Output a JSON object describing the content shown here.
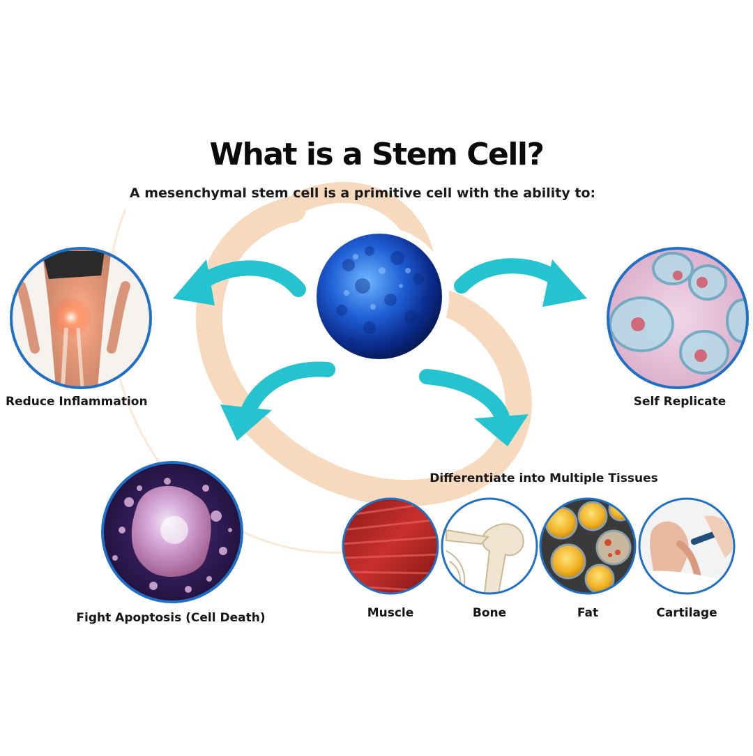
{
  "title": "What is a Stem Cell?",
  "subtitle": "A mesenchymal stem cell is a primitive cell with the ability to:",
  "abilities": {
    "inflammation": "Reduce Inflammation",
    "replicate": "Self Replicate",
    "apoptosis": "Fight Apoptosis (Cell Death)",
    "differentiate": "Differentiate into Multiple Tissues"
  },
  "tissues": [
    "Muscle",
    "Bone",
    "Fat",
    "Cartilage"
  ],
  "colors": {
    "arrow": "#25c3cf",
    "ring_border": "#1f6fc4",
    "swirl": "#f7d9bd",
    "cell": "#1f5fd6"
  },
  "icons": {
    "center": "stem-cell-image",
    "inflammation": "knee-joint-image",
    "replicate": "dividing-cells-image",
    "apoptosis": "apoptotic-cell-image",
    "muscle": "muscle-fiber-image",
    "bone": "shoulder-bone-image",
    "fat": "fat-cells-image",
    "cartilage": "cartilage-image"
  }
}
